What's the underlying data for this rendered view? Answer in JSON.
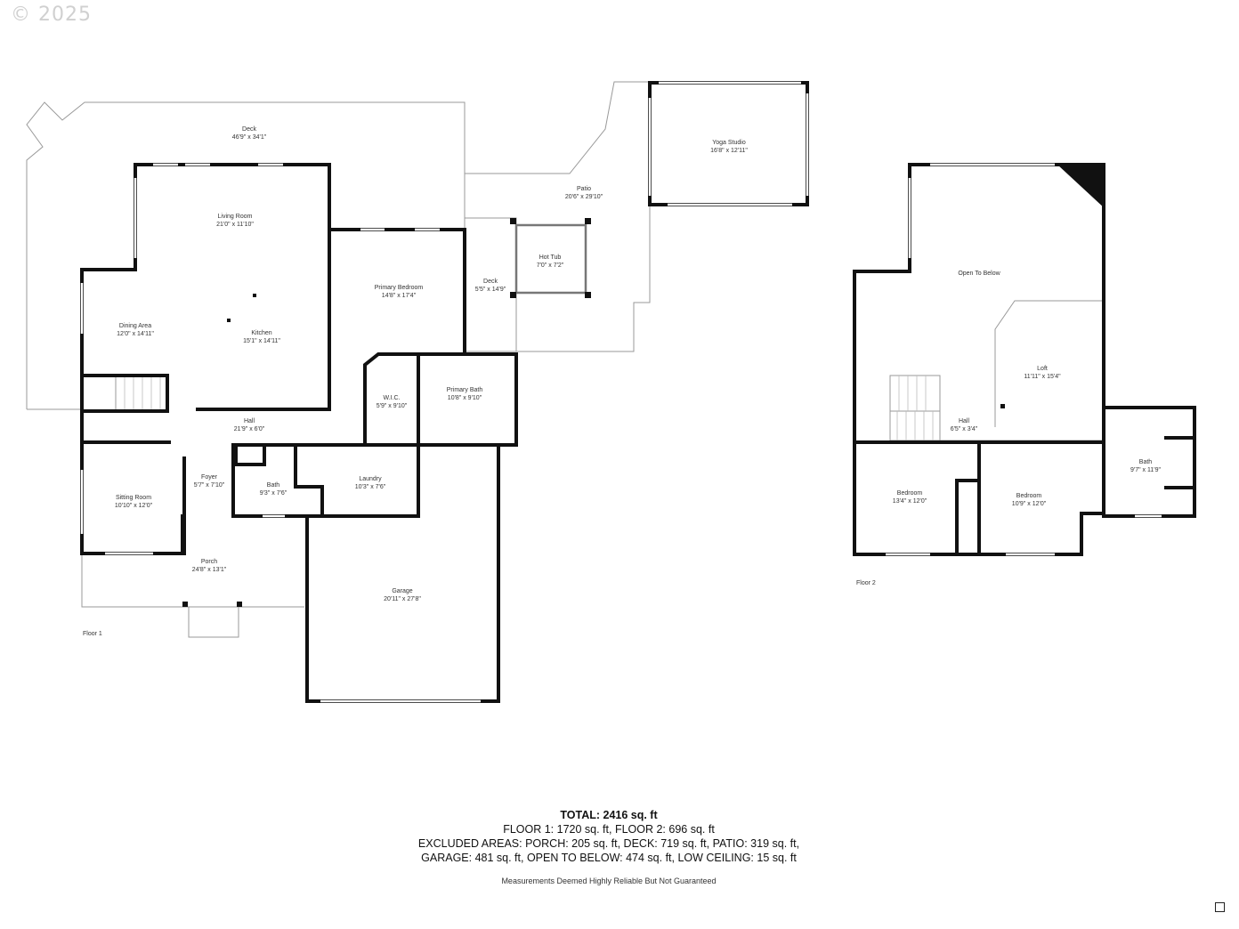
{
  "copyright": "© 2025",
  "floors": [
    {
      "label": "Floor 1"
    },
    {
      "label": "Floor 2"
    }
  ],
  "rooms": {
    "deck_large": {
      "name": "Deck",
      "dims": "46'9\" x 34'1\""
    },
    "living_room": {
      "name": "Living Room",
      "dims": "21'0\" x 11'10\""
    },
    "dining_area": {
      "name": "Dining Area",
      "dims": "12'0\" x 14'11\""
    },
    "kitchen": {
      "name": "Kitchen",
      "dims": "15'1\" x 14'11\""
    },
    "primary_bedroom": {
      "name": "Primary Bedroom",
      "dims": "14'8\" x 17'4\""
    },
    "deck_small": {
      "name": "Deck",
      "dims": "5'5\" x 14'9\""
    },
    "hot_tub": {
      "name": "Hot Tub",
      "dims": "7'0\" x 7'2\""
    },
    "patio": {
      "name": "Patio",
      "dims": "20'6\" x 29'10\""
    },
    "yoga_studio": {
      "name": "Yoga Studio",
      "dims": "16'8\" x 12'11\""
    },
    "wic": {
      "name": "W.I.C.",
      "dims": "5'9\" x 9'10\""
    },
    "primary_bath": {
      "name": "Primary Bath",
      "dims": "10'8\" x 9'10\""
    },
    "hall_1": {
      "name": "Hall",
      "dims": "21'9\" x 6'0\""
    },
    "foyer": {
      "name": "Foyer",
      "dims": "5'7\" x 7'10\""
    },
    "bath_1": {
      "name": "Bath",
      "dims": "9'3\" x 7'6\""
    },
    "laundry": {
      "name": "Laundry",
      "dims": "10'3\" x 7'6\""
    },
    "sitting_room": {
      "name": "Sitting Room",
      "dims": "10'10\" x 12'0\""
    },
    "porch": {
      "name": "Porch",
      "dims": "24'8\" x 13'1\""
    },
    "garage": {
      "name": "Garage",
      "dims": "20'11\" x 27'8\""
    },
    "open_to_below": {
      "name": "Open To Below",
      "dims": ""
    },
    "loft": {
      "name": "Loft",
      "dims": "11'11\" x 15'4\""
    },
    "hall_2": {
      "name": "Hall",
      "dims": "6'5\" x 3'4\""
    },
    "bath_2": {
      "name": "Bath",
      "dims": "9'7\" x 11'9\""
    },
    "bedroom_a": {
      "name": "Bedroom",
      "dims": "13'4\" x 12'0\""
    },
    "bedroom_b": {
      "name": "Bedroom",
      "dims": "10'9\" x 12'0\""
    }
  },
  "summary": {
    "total": "TOTAL: 2416 sq. ft",
    "floors_line": "FLOOR 1: 1720 sq. ft, FLOOR 2: 696 sq. ft",
    "excluded_line_1": "EXCLUDED AREAS: PORCH: 205 sq. ft, DECK: 719 sq. ft, PATIO: 319 sq. ft,",
    "excluded_line_2": "GARAGE: 481 sq. ft, OPEN TO BELOW: 474 sq. ft, LOW CEILING: 15 sq. ft",
    "disclaimer": "Measurements Deemed Highly Reliable But Not Guaranteed"
  },
  "colors": {
    "wall": "#111111",
    "thin_line": "#888888",
    "window": "#9a9a9a"
  }
}
